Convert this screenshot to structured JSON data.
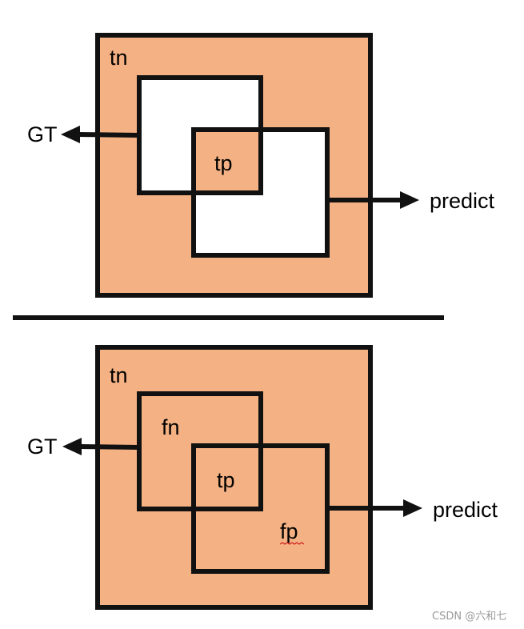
{
  "colors": {
    "fill": "#f4b183",
    "stroke": "#111111",
    "white": "#ffffff",
    "squiggle": "#d02020"
  },
  "top_panel": {
    "outer_label": "tn",
    "overlap_label": "tp",
    "gt_label": "GT",
    "predict_label": "predict"
  },
  "bottom_panel": {
    "outer_label": "tn",
    "gt_only_label": "fn",
    "overlap_label": "tp",
    "predict_only_label": "fp",
    "gt_label": "GT",
    "predict_label": "predict"
  },
  "watermark": "CSDN @六和七"
}
